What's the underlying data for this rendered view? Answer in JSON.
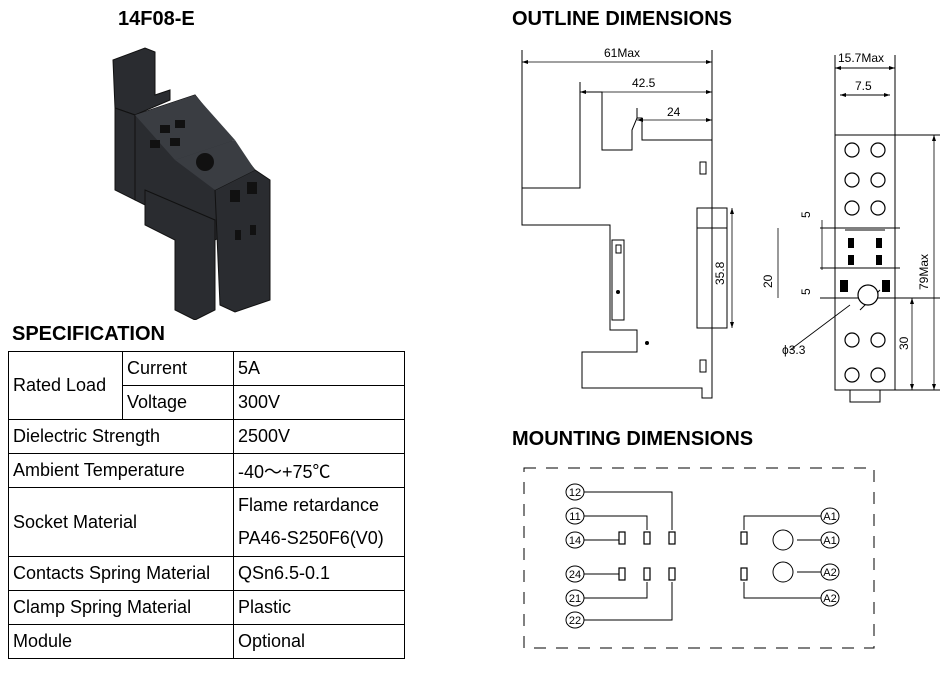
{
  "product": {
    "model": "14F08-E"
  },
  "spec": {
    "title": "SPECIFICATION",
    "rated_load": {
      "label": "Rated Load",
      "current": {
        "label": "Current",
        "value": "5A"
      },
      "voltage": {
        "label": "Voltage",
        "value": "300V"
      }
    },
    "rows": [
      {
        "label": "Dielectric Strength",
        "value": "2500V"
      },
      {
        "label": "Ambient Temperature",
        "value": "-40～+75℃"
      },
      {
        "label": "Socket Material",
        "value_line1": "Flame retardance",
        "value_line2": "PA46-S250F6(V0)"
      },
      {
        "label": "Contacts Spring Material",
        "value": "QSn6.5-0.1"
      },
      {
        "label": "Clamp Spring Material",
        "value": "Plastic"
      },
      {
        "label": "Module",
        "value": "Optional"
      }
    ]
  },
  "outline": {
    "title": "OUTLINE DIMENSIONS",
    "dims": {
      "d61": "61Max",
      "d42": "42.5",
      "d24": "24",
      "d358": "35.8",
      "d157": "15.7Max",
      "d75": "7.5",
      "d5a": "5",
      "d5b": "5",
      "d20": "20",
      "d79": "79Max",
      "d30": "30",
      "d33": "ϕ3.3"
    }
  },
  "mounting": {
    "title": "MOUNTING DIMENSIONS",
    "left_terminals": [
      "12",
      "11",
      "14",
      "24",
      "21",
      "22"
    ],
    "right_terminals": [
      "A1",
      "A1",
      "A2",
      "A2"
    ]
  }
}
